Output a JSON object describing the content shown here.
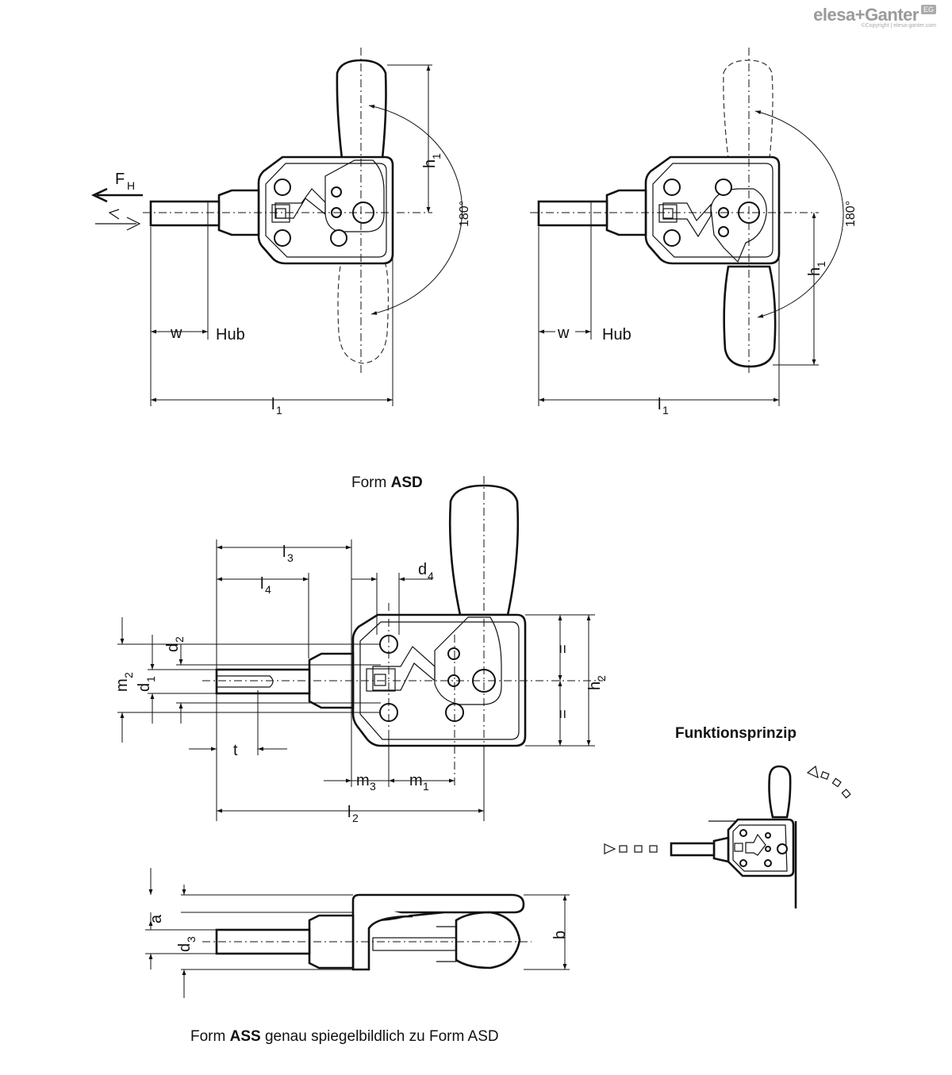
{
  "brand": {
    "name": "elesa+Ganter",
    "badge": "EG",
    "copyright": "©Copyright | elesa-ganter.com"
  },
  "views": {
    "top_left": {
      "force_label": "F",
      "force_sub": "H",
      "stroke_label": "Hub",
      "w_label": "w",
      "l1_label": "l",
      "l1_sub": "1",
      "h1_label": "h",
      "h1_sub": "1",
      "angle_label": "180°"
    },
    "top_right": {
      "stroke_label": "Hub",
      "w_label": "w",
      "l1_label": "l",
      "l1_sub": "1",
      "h1_label": "h",
      "h1_sub": "1",
      "angle_label": "180°"
    }
  },
  "form_asd": {
    "title_prefix": "Form ",
    "title_bold": "ASD",
    "labels": {
      "l3": "l",
      "l3_sub": "3",
      "l4": "l",
      "l4_sub": "4",
      "d4": "d",
      "d4_sub": "4",
      "d2": "d",
      "d2_sub": "2",
      "d1": "d",
      "d1_sub": "1",
      "m2": "m",
      "m2_sub": "2",
      "t": "t",
      "m3": "m",
      "m3_sub": "3",
      "m1": "m",
      "m1_sub": "1",
      "l2": "l",
      "l2_sub": "2",
      "h2": "h",
      "h2_sub": "2",
      "eq": "="
    }
  },
  "side_view": {
    "a": "a",
    "d3": "d",
    "d3_sub": "3",
    "b": "b"
  },
  "function_principle": {
    "title": "Funktionsprinzip"
  },
  "footer": {
    "prefix": "Form ",
    "bold": "ASS",
    "suffix": " genau spiegelbildlich zu Form ASD"
  }
}
